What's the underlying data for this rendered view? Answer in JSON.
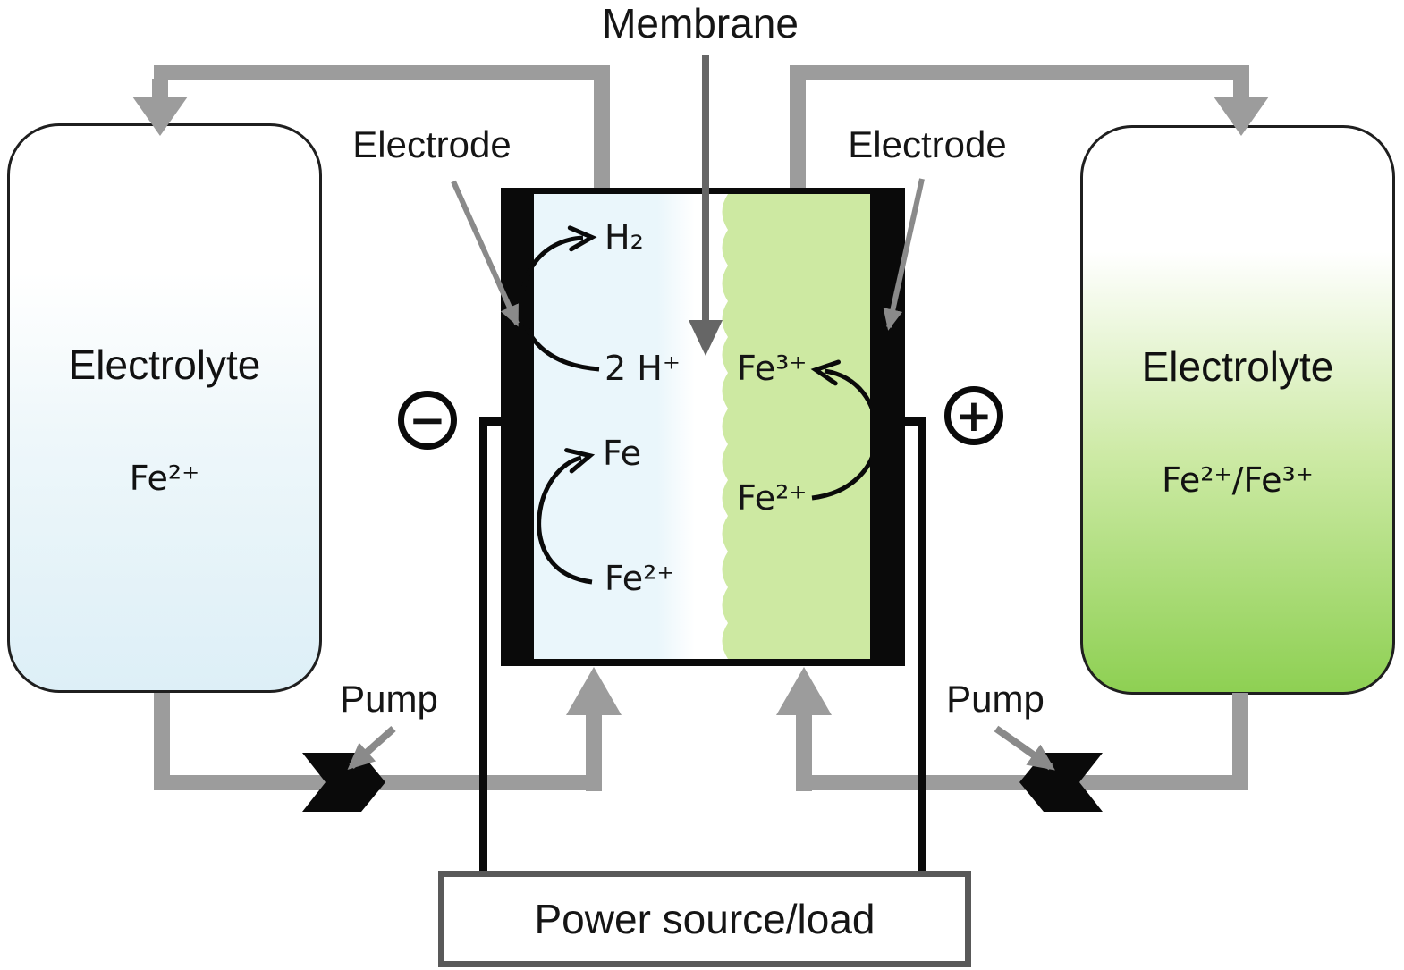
{
  "labels": {
    "membrane": "Membrane",
    "electrode_left": "Electrode",
    "electrode_right": "Electrode",
    "pump_left": "Pump",
    "pump_right": "Pump",
    "power_source": "Power source/load",
    "terminal_negative": "−",
    "terminal_positive": "+"
  },
  "tanks": {
    "left": {
      "title": "Electrolyte",
      "species": "Fe²⁺"
    },
    "right": {
      "title": "Electrolyte",
      "species": "Fe²⁺/Fe³⁺"
    }
  },
  "cell": {
    "left_half": {
      "product_top": "H₂",
      "reactant_top": "2 H⁺",
      "product_bottom": "Fe",
      "reactant_bottom": "Fe²⁺"
    },
    "right_half": {
      "product": "Fe³⁺",
      "reactant": "Fe²⁺"
    }
  },
  "colors": {
    "pipe": "#9c9c9c",
    "pointer_arrow": "#8a8a8a",
    "membrane_arrow": "#666666",
    "electrode_fill": "#0a0a0a",
    "cell_left_fill": "#eaf6fb",
    "cell_right_fill": "#cde9a2",
    "tank_left_bottom": "#ddeff7",
    "tank_right_bottom": "#8ed053",
    "wire": "#000000",
    "power_box_border": "#595959"
  }
}
